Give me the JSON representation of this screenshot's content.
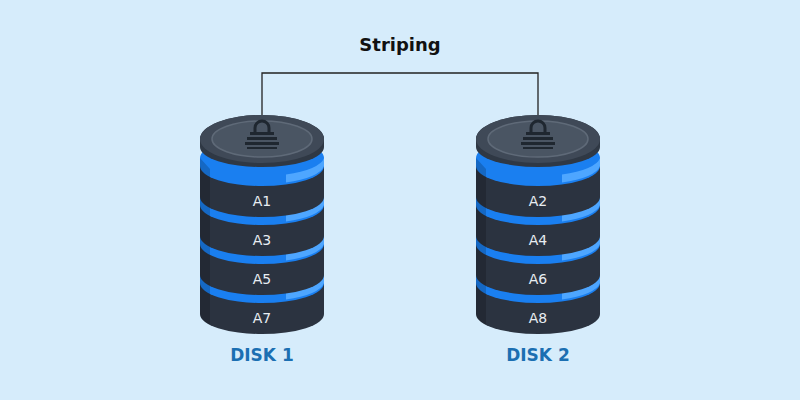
{
  "diagram": {
    "title": "Striping",
    "nodes": [
      {
        "text": [
          "DISK 1"
        ]
      },
      {
        "text": [
          "A1"
        ],
        "in": 0
      },
      {
        "text": [
          "A3"
        ],
        "in": 0
      },
      {
        "text": [
          "A5"
        ],
        "in": 0
      },
      {
        "text": [
          "A7"
        ],
        "in": 0
      },
      {
        "text": [
          "DISK 2"
        ]
      },
      {
        "text": [
          "A2"
        ],
        "in": 5
      },
      {
        "text": [
          "A4"
        ],
        "in": 5
      },
      {
        "text": [
          "A6"
        ],
        "in": 5
      },
      {
        "text": [
          "A8"
        ],
        "in": 5
      }
    ],
    "edges": [
      {
        "from": 0,
        "to": 5,
        "arrow": "none"
      }
    ]
  }
}
